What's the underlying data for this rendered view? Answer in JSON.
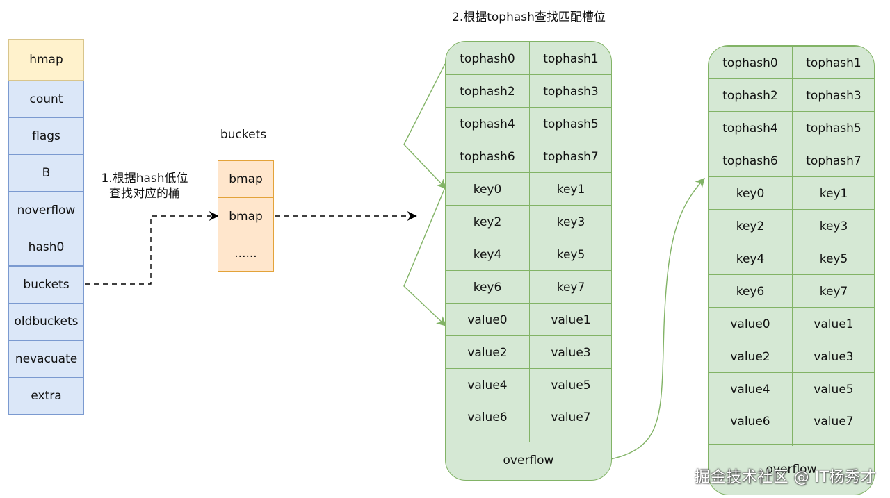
{
  "hmap": {
    "title": "hmap",
    "fields": [
      "count",
      "flags",
      "B",
      "noverflow",
      "hash0",
      "buckets",
      "oldbuckets",
      "nevacuate",
      "extra"
    ]
  },
  "step1_label": [
    "1.根据hash低位",
    "查找对应的桶"
  ],
  "buckets": {
    "title": "buckets",
    "items": [
      "bmap",
      "bmap",
      "......"
    ]
  },
  "step2_label": "2.根据tophash查找匹配槽位",
  "bmap_main": {
    "rows": [
      [
        "tophash0",
        "tophash1"
      ],
      [
        "tophash2",
        "tophash3"
      ],
      [
        "tophash4",
        "tophash5"
      ],
      [
        "tophash6",
        "tophash7"
      ],
      [
        "key0",
        "key1"
      ],
      [
        "key2",
        "key3"
      ],
      [
        "key4",
        "key5"
      ],
      [
        "key6",
        "key7"
      ],
      [
        "value0",
        "value1"
      ],
      [
        "value2",
        "value3"
      ],
      [
        "value4",
        "value5"
      ],
      [
        "value6",
        "value7"
      ]
    ],
    "overflow": "overflow"
  },
  "bmap_overflow": {
    "rows": [
      [
        "tophash0",
        "tophash1"
      ],
      [
        "tophash2",
        "tophash3"
      ],
      [
        "tophash4",
        "tophash5"
      ],
      [
        "tophash6",
        "tophash7"
      ],
      [
        "key0",
        "key1"
      ],
      [
        "key2",
        "key3"
      ],
      [
        "key4",
        "key5"
      ],
      [
        "key6",
        "key7"
      ],
      [
        "value0",
        "value1"
      ],
      [
        "value2",
        "value3"
      ],
      [
        "value4",
        "value5"
      ],
      [
        "value6",
        "value7"
      ]
    ],
    "overflow": "overflow"
  },
  "watermark": "掘金技术社区 @ IT杨秀才",
  "colors": {
    "hmap_fill": "#dbe7f8",
    "hmap_head_fill": "#fff2cc",
    "bucket_fill": "#ffe6cc",
    "bmap_fill": "#d5e8d4",
    "green_stroke": "#82b366"
  }
}
